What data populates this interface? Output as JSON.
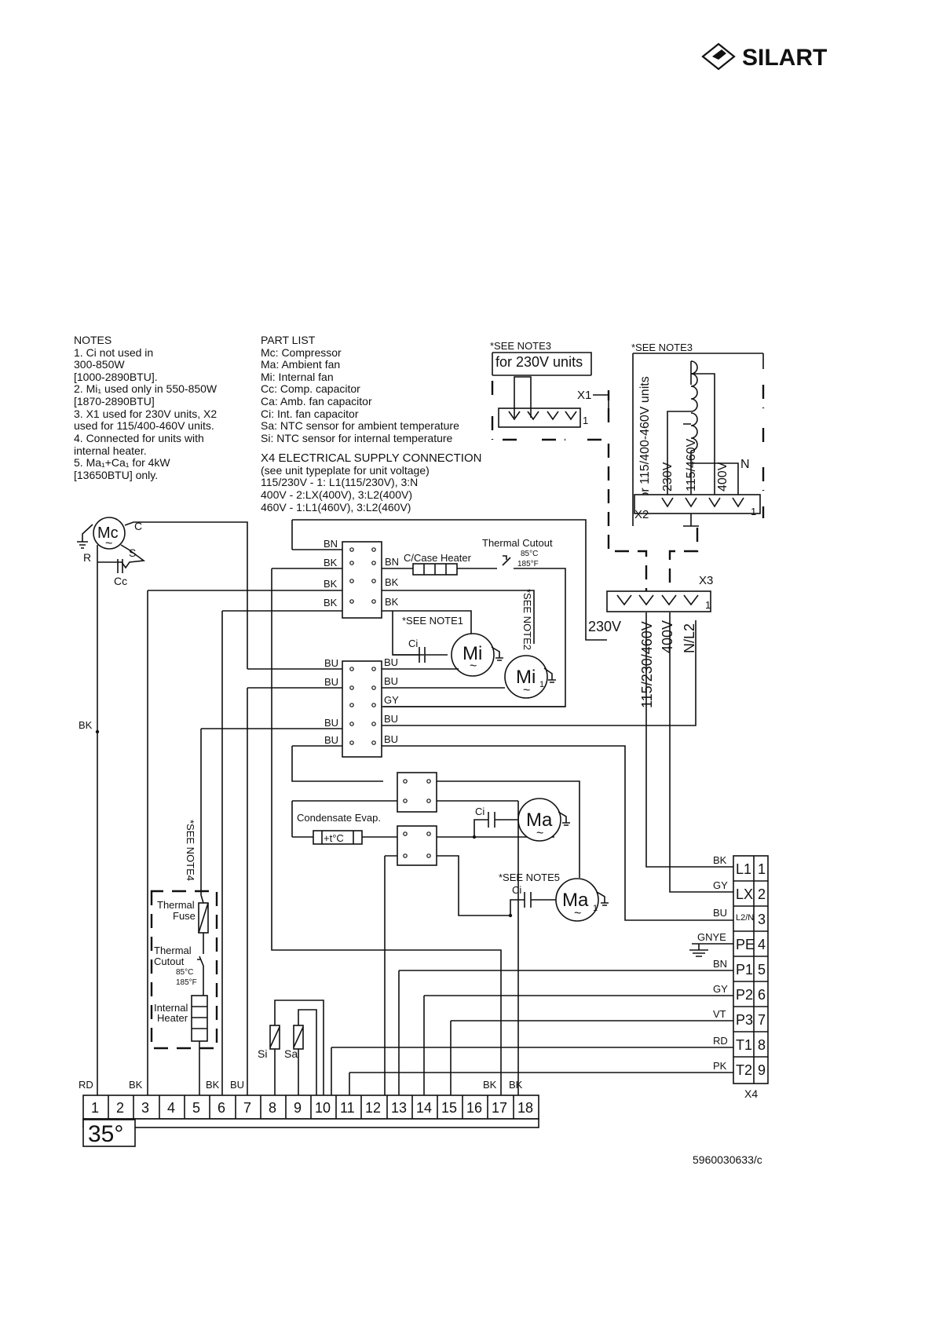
{
  "brand": {
    "name": "SILART"
  },
  "notes": {
    "title": "NOTES",
    "lines": [
      "1. Ci not used in",
      "300-850W",
      "[1000-2890BTU].",
      "2. Mi₁ used only in 550-850W",
      "[1870-2890BTU]",
      "3. X1 used for 230V units, X2",
      "used for 115/400-460V units.",
      "4. Connected for units with",
      "internal heater.",
      "5. Ma₁+Ca₁ for 4kW",
      "[13650BTU] only."
    ]
  },
  "part_list": {
    "title": "PART LIST",
    "lines": [
      "Mc: Compressor",
      "Ma: Ambient fan",
      "Mi: Internal fan",
      "Cc: Comp. capacitor",
      "Ca: Amb. fan capacitor",
      "Ci: Int. fan capacitor",
      "Sa: NTC sensor for ambient temperature",
      "Si: NTC sensor for internal temperature"
    ]
  },
  "supply": {
    "title": "X4 ELECTRICAL SUPPLY CONNECTION",
    "lines": [
      "(see unit typeplate for unit voltage)",
      "115/230V - 1: L1(115/230V), 3:N",
      "400V - 2:LX(400V), 3:L2(400V)",
      "460V - 1:L1(460V), 3:L2(460V)"
    ]
  },
  "x1_panel": {
    "note": "*SEE NOTE3",
    "title": "for 230V units",
    "label": "X1",
    "pin": "1"
  },
  "x2_panel": {
    "note": "*SEE NOTE3",
    "side_label": "for 115/400-460V units",
    "label": "X2",
    "pin": "1",
    "taps": [
      "230V",
      "115/460V",
      "400V",
      "N"
    ]
  },
  "x3_block": {
    "label": "X3",
    "pin": "1",
    "taps": [
      "230V",
      "115/230/460V",
      "400V",
      "N/L2"
    ]
  },
  "components": {
    "mc": "Mc",
    "mc_c": "C",
    "mc_r": "R",
    "mc_s": "S",
    "cc": "Cc",
    "mi": "Mi",
    "mi1": "Mi",
    "mi1_sub": "1",
    "ma": "Ma",
    "ma1": "Ma",
    "ma1_sub": "1",
    "ci": "Ci",
    "ci1": "Ci",
    "ci1_sub": "1",
    "ca": "Ci",
    "tilde": "~",
    "case_heater": "C/Case Heater",
    "thermal_cutout": "Thermal Cutout",
    "tc_85": "85°C",
    "tc_185": "185°F",
    "condensate": "Condensate Evap.",
    "condensate_sym": "+t°C",
    "note1": "*SEE NOTE1",
    "note2": "*SEE NOTE2",
    "note4": "*SEE NOTE4",
    "note5": "*SEE NOTE5",
    "thermal_fuse_1": "Thermal",
    "thermal_fuse_2": "Fuse",
    "thermal_cutout_1": "Thermal",
    "thermal_cutout_2": "Cutout",
    "internal_heater_1": "Internal",
    "internal_heater_2": "Heater",
    "si": "Si",
    "sa": "Sa"
  },
  "wire_labels": {
    "relay1": [
      "BN",
      "BK",
      "BK",
      "BK"
    ],
    "relay1_right": [
      "BN",
      "BK",
      "BK"
    ],
    "relay2": [
      "BU",
      "BU",
      "BU",
      "BU"
    ],
    "relay2_right": [
      "BU",
      "BU",
      "GY",
      "BU",
      "BU"
    ],
    "bk_left": "BK",
    "bottom": [
      "RD",
      "BK",
      "BK",
      "BU",
      "BK",
      "BK"
    ]
  },
  "x4": {
    "label": "X4",
    "rows": [
      {
        "wire": "BK",
        "term": "L1",
        "num": "1"
      },
      {
        "wire": "GY",
        "term": "LX",
        "num": "2"
      },
      {
        "wire": "BU",
        "term": "L2/N",
        "num": "3"
      },
      {
        "wire": "GNYE",
        "term": "PE",
        "num": "4"
      },
      {
        "wire": "BN",
        "term": "P1",
        "num": "5"
      },
      {
        "wire": "GY",
        "term": "P2",
        "num": "6"
      },
      {
        "wire": "VT",
        "term": "P3",
        "num": "7"
      },
      {
        "wire": "RD",
        "term": "T1",
        "num": "8"
      },
      {
        "wire": "PK",
        "term": "T2",
        "num": "9"
      }
    ]
  },
  "terminal_strip": [
    "1",
    "2",
    "3",
    "4",
    "5",
    "6",
    "7",
    "8",
    "9",
    "10",
    "11",
    "12",
    "13",
    "14",
    "15",
    "16",
    "17",
    "18"
  ],
  "temperature": "35°",
  "doc_number": "5960030633/c"
}
